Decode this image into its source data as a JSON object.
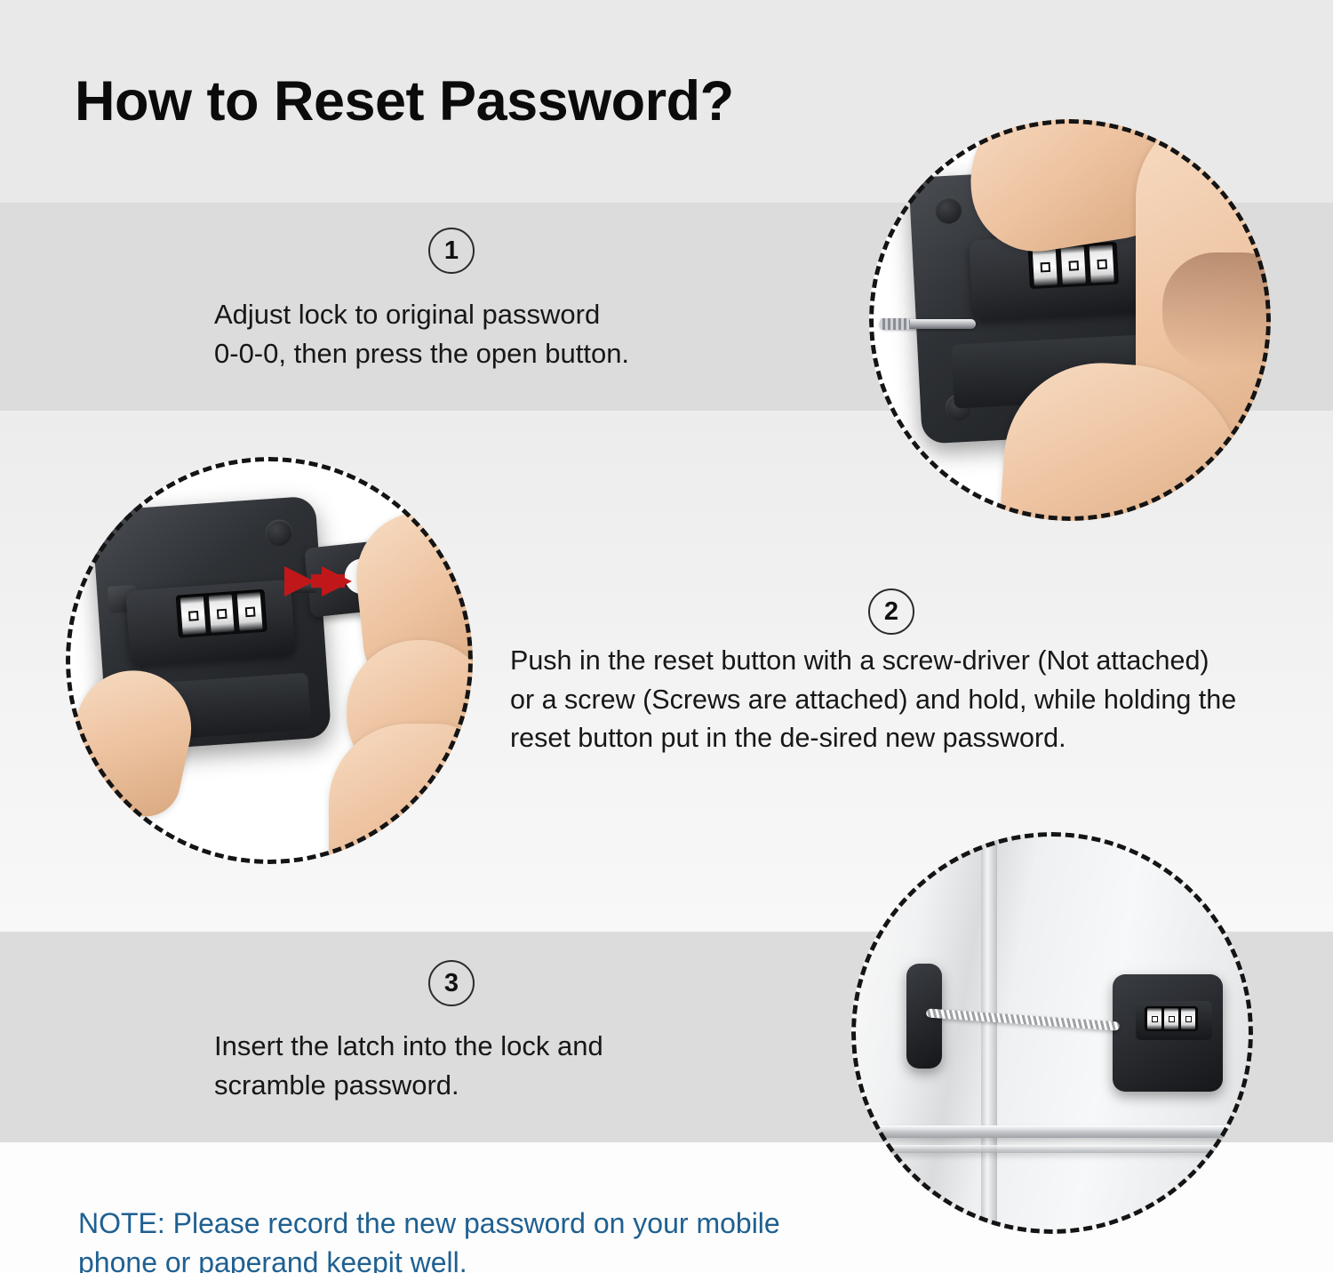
{
  "page": {
    "title": "How to Reset Password?",
    "background_bands": [
      "#e9e9e9",
      "#dcdcdc",
      "#f2f2f2",
      "#dcdcdc",
      "#fdfdfd"
    ]
  },
  "steps": [
    {
      "number": "1",
      "text": "Adjust lock to original password\n0-0-0, then press the open button.",
      "photo": {
        "alt_name": "hand-holding-lock-dials-000",
        "dial_values": [
          "0",
          "0",
          "0"
        ]
      }
    },
    {
      "number": "2",
      "text": "Push in the reset button with a screw-driver (Not attached)\nor a screw (Screws are attached) and hold, while holding the\nreset button put in the de-sired new password.",
      "photo": {
        "alt_name": "hand-inserting-reset-key-with-red-arrow",
        "dial_values": [
          "0",
          "0",
          "0"
        ]
      }
    },
    {
      "number": "3",
      "text": "Insert the latch into the lock and\nscramble password.",
      "photo": {
        "alt_name": "lock-installed-on-fridge-door",
        "dial_values": [
          "0",
          "0",
          "0"
        ]
      }
    }
  ],
  "note": {
    "text": "NOTE: Please record the new password on your mobile\nphone or paperand keepit well.",
    "color": "#1f6091"
  },
  "colors": {
    "title": "#0b0b0b",
    "body_text": "#171717",
    "note_blue": "#1f6091",
    "dash_ring": "#141414",
    "arrow_red": "#c0181a"
  }
}
